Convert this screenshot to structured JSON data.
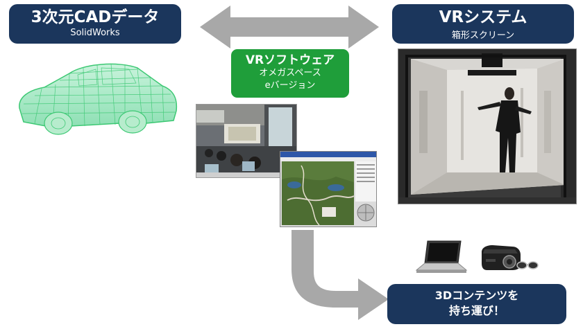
{
  "cad_box": {
    "title": "3次元CADデータ",
    "subtitle": "SolidWorks"
  },
  "vr_box": {
    "title": "VRシステム",
    "subtitle": "箱形スクリーン"
  },
  "software_box": {
    "title": "VRソフトウェア",
    "line2": "オメガスペース",
    "line3": "eバージョン"
  },
  "content_box": {
    "line1": "3Dコンテンツを",
    "line2": "持ち運び！"
  },
  "colors": {
    "badge_navy": "#1b365c",
    "badge_green": "#1f9e3a",
    "arrow_gray": "#a8a8a8",
    "wireframe_green": "#4fd88a"
  },
  "icons": [
    "double-arrow-icon",
    "curved-arrow-icon",
    "laptop-icon",
    "projector-icon",
    "glasses-icon"
  ]
}
